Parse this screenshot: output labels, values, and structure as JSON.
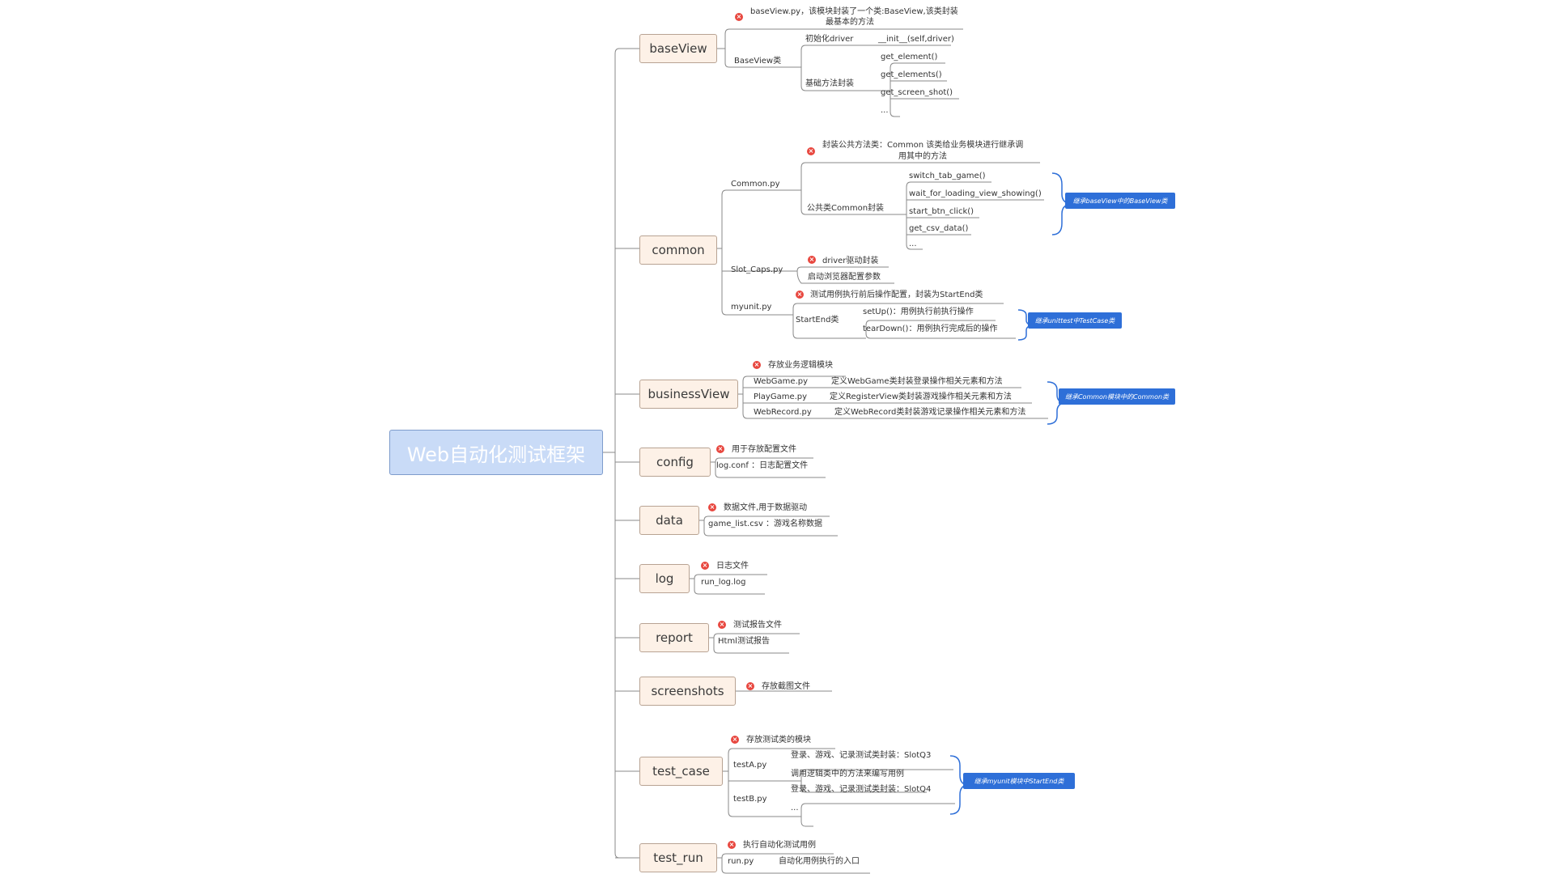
{
  "colors": {
    "line": "#8a8a8a",
    "brace": "#2e6fd8",
    "note": "#e8473f",
    "tag": "#2e6fd8"
  },
  "root": "Web自动化测试框架",
  "branches": {
    "baseview": {
      "label": "baseView",
      "note_line1": "baseView.py，该模块封装了一个类:BaseView,该类封装",
      "note_line2": "最基本的方法",
      "class_label": "BaseView类",
      "init_label": "初始化driver",
      "init_method": "__init__(self,driver)",
      "basic_label": "基础方法封装",
      "methods": [
        "get_element()",
        "get_elements()",
        "get_screen_shot()",
        "..."
      ]
    },
    "common": {
      "label": "common",
      "common_py": "Common.py",
      "note_line1": "封装公共方法类：Common 该类给业务模块进行继承调",
      "note_line2": "用其中的方法",
      "class_label": "公共类Common封装",
      "methods": [
        "switch_tab_game()",
        "wait_for_loading_view_showing()",
        "start_btn_click()",
        "get_csv_data()",
        "..."
      ],
      "tag": "继承baseView中的BaseView类",
      "slot_caps": "Slot_Caps.py",
      "slot_note": "driver驱动封装",
      "slot_child": "启动浏览器配置参数",
      "myunit": "myunit.py",
      "myunit_note": "测试用例执行前后操作配置，封装为StartEnd类",
      "startend": "StartEnd类",
      "setup": "setUp()：用例执行前执行操作",
      "teardown": "tearDown()：用例执行完成后的操作",
      "tag2": "继承unittest中TestCase类"
    },
    "businessview": {
      "label": "businessView",
      "note": "存放业务逻辑模块",
      "files": [
        {
          "name": "WebGame.py",
          "desc": "定义WebGame类封装登录操作相关元素和方法"
        },
        {
          "name": "PlayGame.py",
          "desc": "定义RegisterView类封装游戏操作相关元素和方法"
        },
        {
          "name": "WebRecord.py",
          "desc": "定义WebRecord类封装游戏记录操作相关元素和方法"
        }
      ],
      "tag": "继承Common模块中的Common类"
    },
    "config": {
      "label": "config",
      "note": "用于存放配置文件",
      "child": "log.conf ：日志配置文件"
    },
    "data": {
      "label": "data",
      "note": "数据文件,用于数据驱动",
      "child": "game_list.csv ：游戏名称数据"
    },
    "log": {
      "label": "log",
      "note": "日志文件",
      "child": "run_log.log"
    },
    "report": {
      "label": "report",
      "note": "测试报告文件",
      "child": "Html测试报告"
    },
    "screenshots": {
      "label": "screenshots",
      "note": "存放截图文件"
    },
    "test_case": {
      "label": "test_case",
      "note": "存放测试类的模块",
      "testa": "testA.py",
      "testa_1": "登录、游戏、记录测试类封装：SlotQ3",
      "testa_2": "调用逻辑类中的方法来编写用例",
      "testb": "testB.py",
      "testb_1": "登录、游戏、记录测试类封装：SlotQ4",
      "testb_2": "...",
      "tag": "继承myunit模块中StartEnd类"
    },
    "test_run": {
      "label": "test_run",
      "note": "执行自动化测试用例",
      "child_name": "run.py",
      "child_desc": "自动化用例执行的入口"
    }
  }
}
